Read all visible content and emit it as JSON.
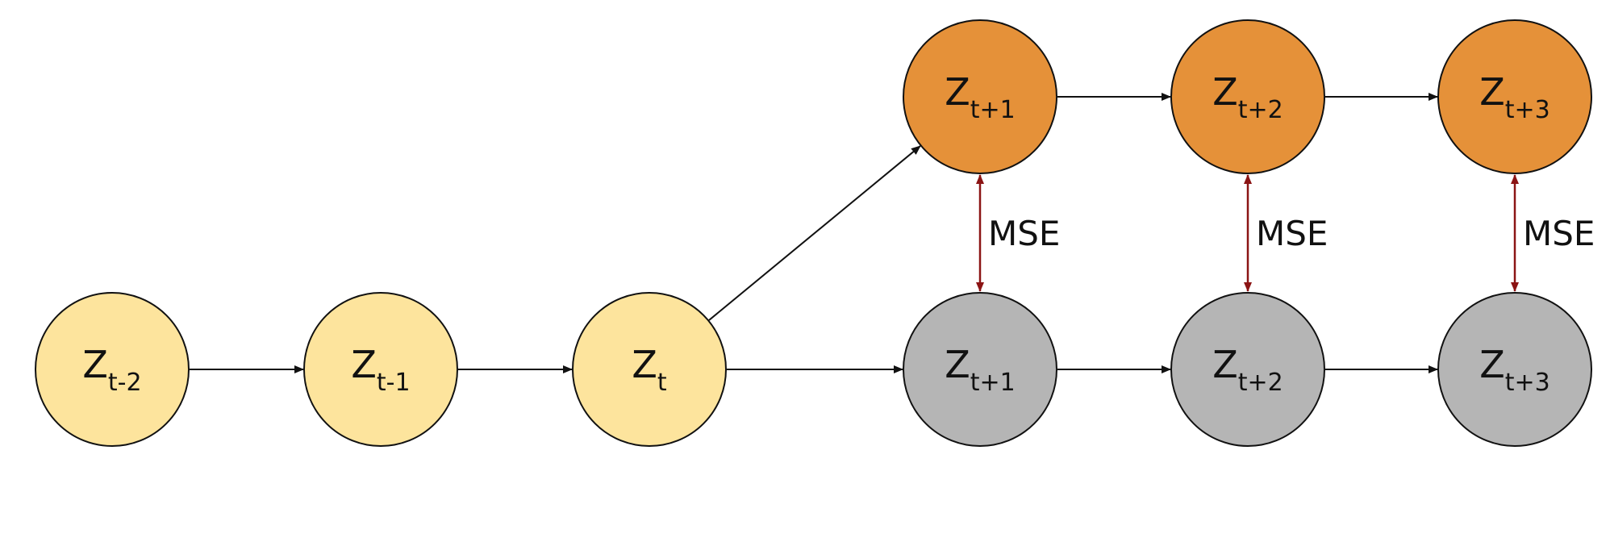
{
  "colors": {
    "observed": "#fde49d",
    "predicted": "#e59139",
    "target": "#b5b5b5",
    "stroke": "#111111",
    "arrow": "#111111",
    "loss_arrow": "#8b1414"
  },
  "nodes": [
    {
      "id": "z-t-minus-2",
      "letter": "Z",
      "subscript": "t-2",
      "kind": "observed"
    },
    {
      "id": "z-t-minus-1",
      "letter": "Z",
      "subscript": "t-1",
      "kind": "observed"
    },
    {
      "id": "z-t",
      "letter": "Z",
      "subscript": "t",
      "kind": "observed"
    },
    {
      "id": "z-pred-t-plus-1",
      "letter": "Z",
      "subscript": "t+1",
      "kind": "predicted"
    },
    {
      "id": "z-pred-t-plus-2",
      "letter": "Z",
      "subscript": "t+2",
      "kind": "predicted"
    },
    {
      "id": "z-pred-t-plus-3",
      "letter": "Z",
      "subscript": "t+3",
      "kind": "predicted"
    },
    {
      "id": "z-target-t-plus-1",
      "letter": "Z",
      "subscript": "t+1",
      "kind": "target"
    },
    {
      "id": "z-target-t-plus-2",
      "letter": "Z",
      "subscript": "t+2",
      "kind": "target"
    },
    {
      "id": "z-target-t-plus-3",
      "letter": "Z",
      "subscript": "t+3",
      "kind": "target"
    }
  ],
  "edges": [
    {
      "from": "z-t-minus-2",
      "to": "z-t-minus-1"
    },
    {
      "from": "z-t-minus-1",
      "to": "z-t"
    },
    {
      "from": "z-t",
      "to": "z-target-t-plus-1"
    },
    {
      "from": "z-target-t-plus-1",
      "to": "z-target-t-plus-2"
    },
    {
      "from": "z-target-t-plus-2",
      "to": "z-target-t-plus-3"
    },
    {
      "from": "z-t",
      "to": "z-pred-t-plus-1"
    },
    {
      "from": "z-pred-t-plus-1",
      "to": "z-pred-t-plus-2"
    },
    {
      "from": "z-pred-t-plus-2",
      "to": "z-pred-t-plus-3"
    }
  ],
  "loss_links": [
    {
      "from": "z-pred-t-plus-1",
      "to": "z-target-t-plus-1",
      "label": "MSE"
    },
    {
      "from": "z-pred-t-plus-2",
      "to": "z-target-t-plus-2",
      "label": "MSE"
    },
    {
      "from": "z-pred-t-plus-3",
      "to": "z-target-t-plus-3",
      "label": "MSE"
    }
  ]
}
